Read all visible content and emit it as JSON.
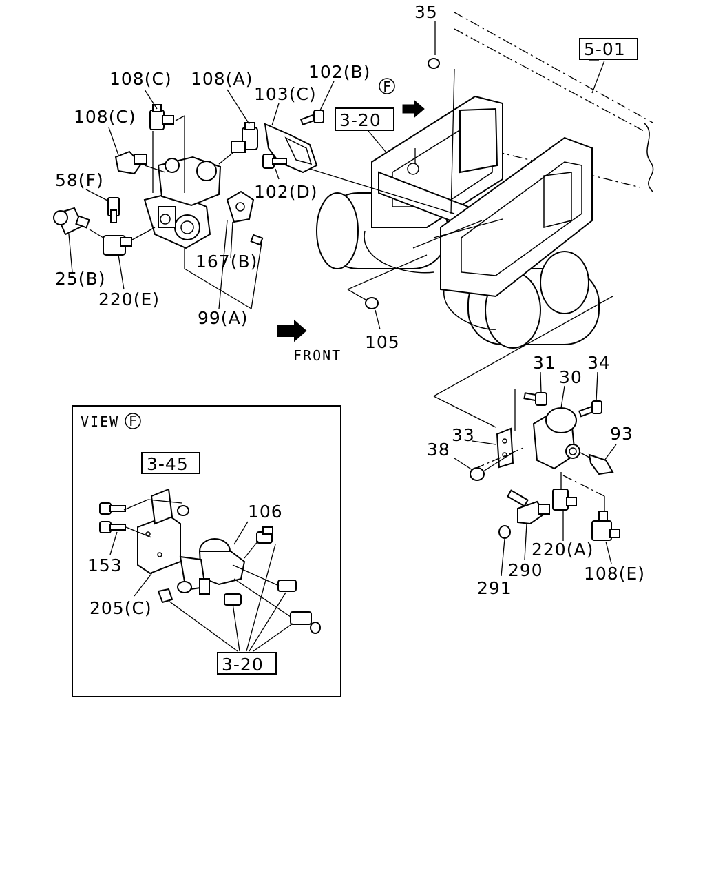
{
  "labels": {
    "p35": "35",
    "p501": "5-01",
    "p108c_a": "108(C)",
    "p108a": "108(A)",
    "p102b": "102(B)",
    "p103c": "103(C)",
    "f_mark": "F",
    "p320_top": "3-20",
    "p108c_b": "108(C)",
    "p58f": "58(F)",
    "p102d": "102(D)",
    "p25b": "25(B)",
    "p167b": "167(B)",
    "p220e": "220(E)",
    "p99a": "99(A)",
    "p105": "105",
    "front": "FRONT",
    "p31": "31",
    "p30": "30",
    "p34": "34",
    "p93": "93",
    "p33": "33",
    "p38": "38",
    "p220a": "220(A)",
    "p290": "290",
    "p108e": "108(E)",
    "p291": "291",
    "view_text": "VIEW",
    "view_f": "F",
    "p345": "3-45",
    "p106": "106",
    "p153": "153",
    "p205c": "205(C)",
    "p320_view": "3-20"
  }
}
